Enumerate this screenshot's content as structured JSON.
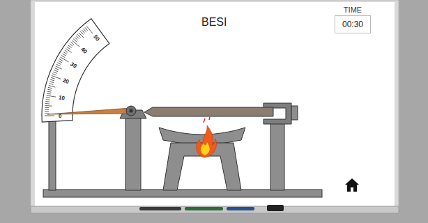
{
  "diagram": {
    "title": "BESI",
    "nodes": [
      {
        "text": [
          "TIME",
          "00:30"
        ]
      }
    ],
    "labels": [
      "50",
      "40",
      "30",
      "20",
      "10",
      "0"
    ]
  }
}
